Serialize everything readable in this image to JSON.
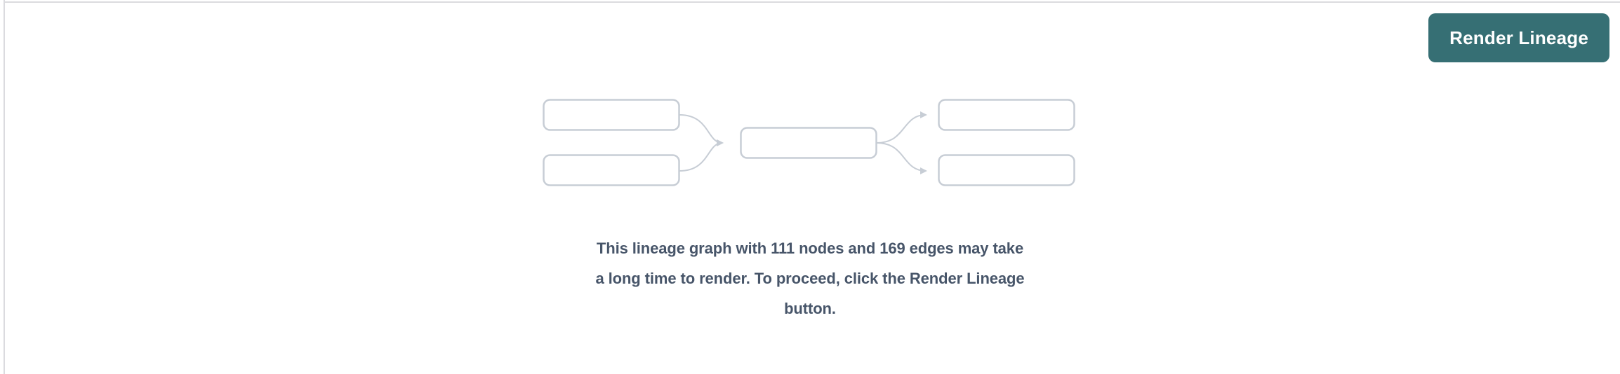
{
  "toolbar": {
    "render_button_label": "Render Lineage",
    "button_color": "#366F74",
    "button_text_color": "#FFFFFF"
  },
  "pane": {
    "divider_color": "#DBDBDF"
  },
  "placeholder": {
    "graph": {
      "icon": "lineage-graph-placeholder",
      "node_count_shown": 5,
      "node_border_color": "#C7CDD5",
      "structure": "2 source nodes -> 1 middle node -> 2 target nodes"
    },
    "message_lines": [
      "This lineage graph with 111 nodes and 169 edges may take",
      "a long time to render. To proceed, click the Render Lineage",
      "button."
    ],
    "message_full": "This lineage graph with 111 nodes and 169 edges may take a long time to render. To proceed, click the Render Lineage button.",
    "node_count": 111,
    "edge_count": 169,
    "text_color": "#475569"
  }
}
